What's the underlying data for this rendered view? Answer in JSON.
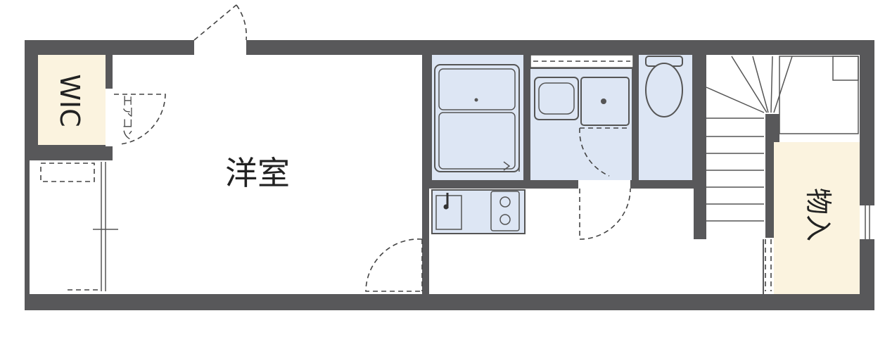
{
  "rooms": {
    "western_room": "洋室",
    "walk_in_closet": "WIC",
    "storage": "物入",
    "aircon": "エアコン"
  },
  "colors": {
    "wall": "#58585a",
    "wet_area": "#dde6f4",
    "storage_fill": "#fbf3df",
    "floor": "#ffffff"
  },
  "icons": [
    "door-swing-icon",
    "bathtub-icon",
    "washbasin-icon",
    "toilet-icon",
    "kitchen-sink-icon",
    "stove-icon",
    "staircase-icon",
    "washer-pan-icon"
  ]
}
